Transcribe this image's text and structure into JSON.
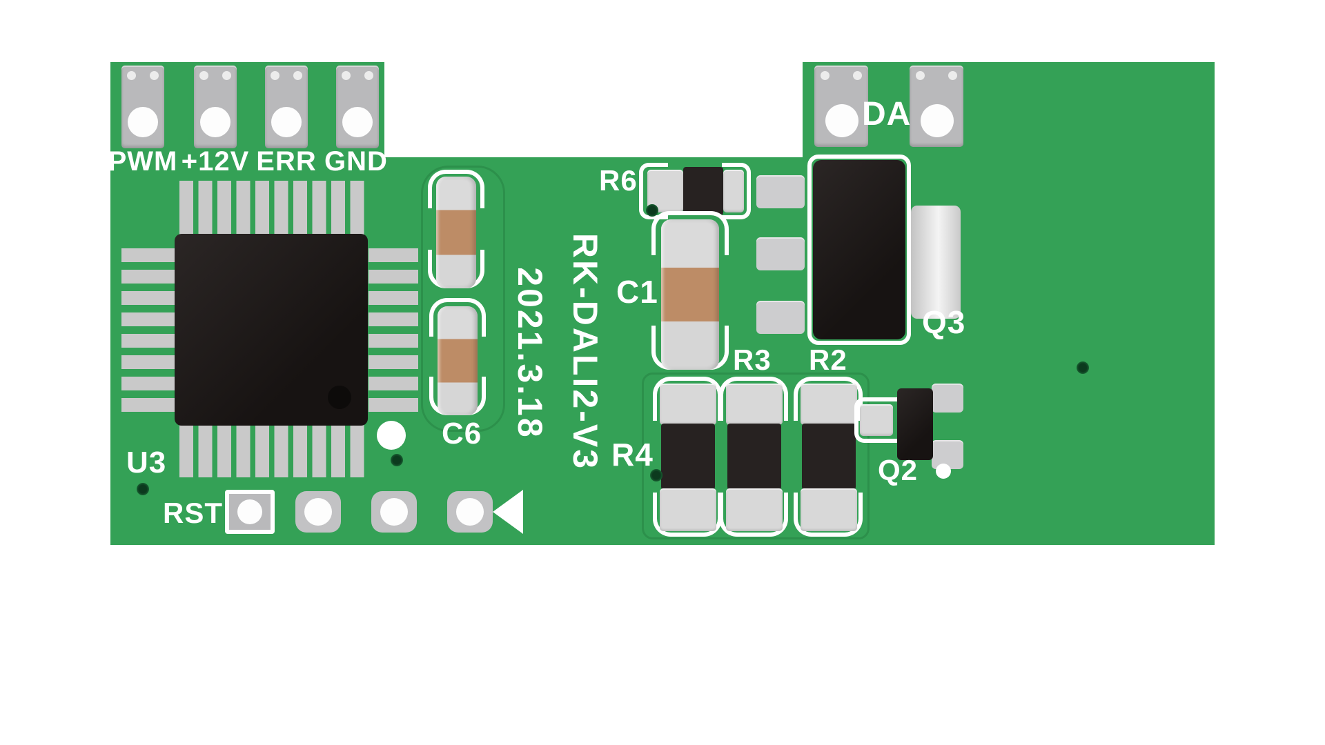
{
  "silkscreen": {
    "model": "RK-DALI2-V3",
    "date": "2021.3.18",
    "pins_left": [
      "PWM",
      "+12V",
      "ERR",
      "GND"
    ],
    "pin_right": "DA",
    "refs": {
      "u3": "U3",
      "c6": "C6",
      "rst": "RST",
      "r6": "R6",
      "c1": "C1",
      "q3": "Q3",
      "r3": "R3",
      "r2": "R2",
      "r4": "R4",
      "q2": "Q2"
    }
  },
  "colors": {
    "board_green": "#34a156",
    "silkscreen_white": "#ffffff",
    "component_black": "#211d1c",
    "pad_gray": "#c2c2c4",
    "capacitor_tan": "#bd8c66"
  }
}
